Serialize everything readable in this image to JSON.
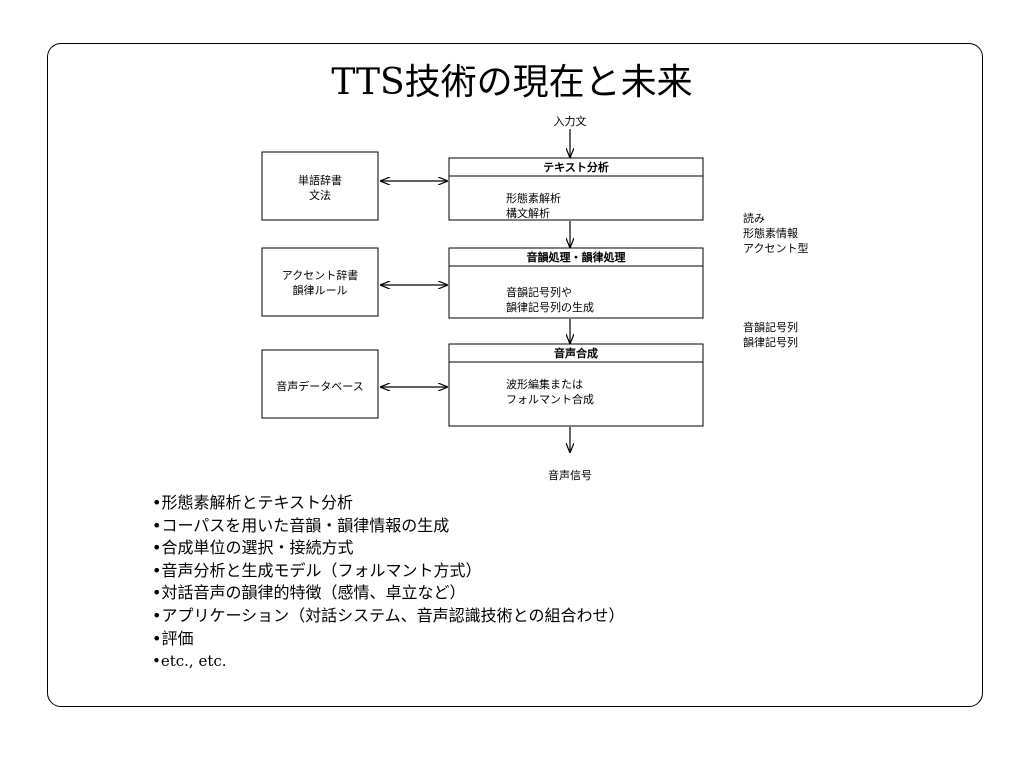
{
  "slide": {
    "title": "TTS技術の現在と未来"
  },
  "diagram": {
    "input_label": "入力文",
    "output_label": "音声信号",
    "stages": [
      {
        "title": "テキスト分析",
        "body": [
          "形態素解析",
          "構文解析"
        ]
      },
      {
        "title": "音韻処理・韻律処理",
        "body": [
          "音韻記号列や",
          "韻律記号列の生成"
        ]
      },
      {
        "title": "音声合成",
        "body": [
          "波形編集または",
          "フォルマント合成"
        ]
      }
    ],
    "resources": [
      [
        "単語辞書",
        "文法"
      ],
      [
        "アクセント辞書",
        "韻律ルール"
      ],
      [
        "音声データベース"
      ]
    ],
    "intermediates": [
      [
        "読み",
        "形態素情報",
        "アクセント型"
      ],
      [
        "音韻記号列",
        "韻律記号列"
      ]
    ]
  },
  "bullets": [
    "•形態素解析とテキスト分析",
    "•コーパスを用いた音韻・韻律情報の生成",
    "•合成単位の選択・接続方式",
    "•音声分析と生成モデル（フォルマント方式）",
    "•対話音声の韻律的特徴（感情、卓立など）",
    "•アプリケーション（対話システム、音声認識技術との組合わせ）",
    "•評価",
    "•etc., etc."
  ]
}
